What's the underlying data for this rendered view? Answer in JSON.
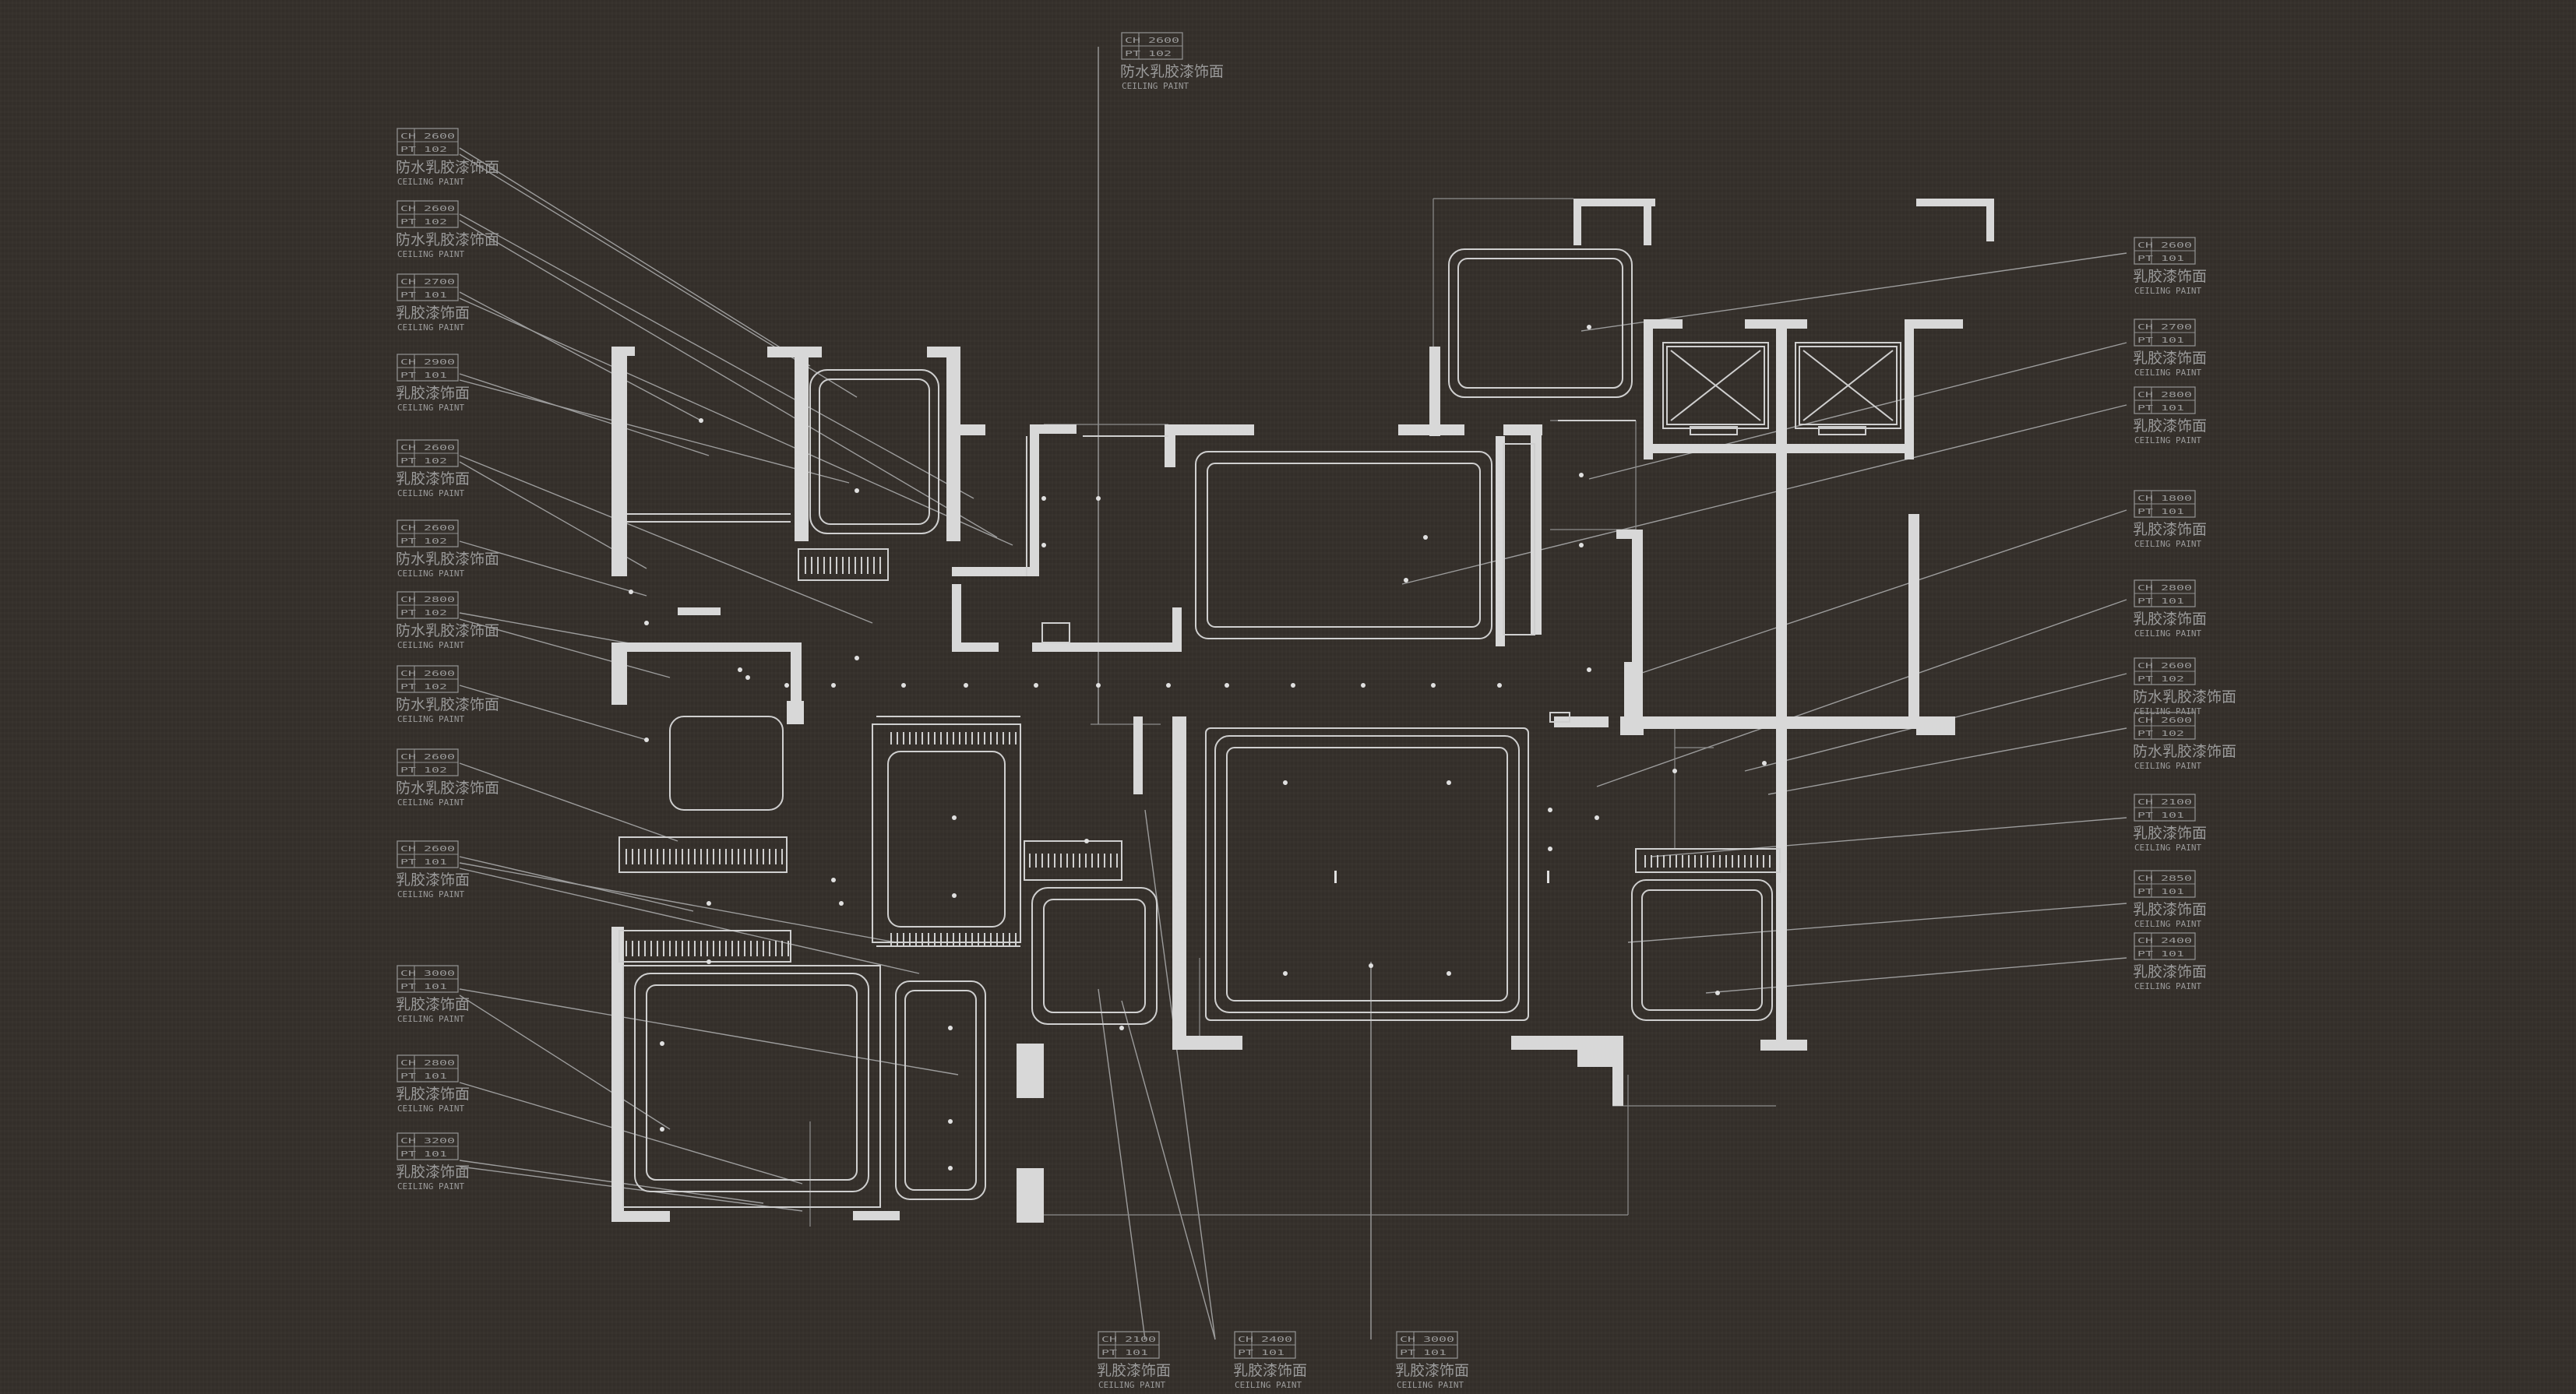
{
  "colors": {
    "background": "#35302b",
    "wall": "#d9d9d9",
    "line": "#bdbdbd",
    "text": "#9a9a9a"
  },
  "tags": [
    {
      "id": "top",
      "ch": "CH 2600",
      "pt": "PT 102",
      "name": "防水乳胶漆饰面",
      "sub": "CEILING PAINT"
    },
    {
      "id": "l1",
      "ch": "CH 2600",
      "pt": "PT 102",
      "name": "防水乳胶漆饰面",
      "sub": "CEILING PAINT"
    },
    {
      "id": "l2",
      "ch": "CH 2600",
      "pt": "PT 102",
      "name": "防水乳胶漆饰面",
      "sub": "CEILING PAINT"
    },
    {
      "id": "l3",
      "ch": "CH 2700",
      "pt": "PT 101",
      "name": "乳胶漆饰面",
      "sub": "CEILING PAINT"
    },
    {
      "id": "l4",
      "ch": "CH 2900",
      "pt": "PT 101",
      "name": "乳胶漆饰面",
      "sub": "CEILING PAINT"
    },
    {
      "id": "l5",
      "ch": "CH 2600",
      "pt": "PT 102",
      "name": "乳胶漆饰面",
      "sub": "CEILING PAINT"
    },
    {
      "id": "l6",
      "ch": "CH 2600",
      "pt": "PT 102",
      "name": "防水乳胶漆饰面",
      "sub": "CEILING PAINT"
    },
    {
      "id": "l7",
      "ch": "CH 2800",
      "pt": "PT 102",
      "name": "防水乳胶漆饰面",
      "sub": "CEILING PAINT"
    },
    {
      "id": "l8",
      "ch": "CH 2600",
      "pt": "PT 102",
      "name": "防水乳胶漆饰面",
      "sub": "CEILING PAINT"
    },
    {
      "id": "l9",
      "ch": "CH 2600",
      "pt": "PT 102",
      "name": "防水乳胶漆饰面",
      "sub": "CEILING PAINT"
    },
    {
      "id": "l10",
      "ch": "CH 2600",
      "pt": "PT 101",
      "name": "乳胶漆饰面",
      "sub": "CEILING PAINT"
    },
    {
      "id": "l11",
      "ch": "CH 3000",
      "pt": "PT 101",
      "name": "乳胶漆饰面",
      "sub": "CEILING PAINT"
    },
    {
      "id": "l12",
      "ch": "CH 2800",
      "pt": "PT 101",
      "name": "乳胶漆饰面",
      "sub": "CEILING PAINT"
    },
    {
      "id": "l13",
      "ch": "CH 3200",
      "pt": "PT 101",
      "name": "乳胶漆饰面",
      "sub": "CEILING PAINT"
    },
    {
      "id": "r1",
      "ch": "CH 2600",
      "pt": "PT 101",
      "name": "乳胶漆饰面",
      "sub": "CEILING PAINT"
    },
    {
      "id": "r2",
      "ch": "CH 2700",
      "pt": "PT 101",
      "name": "乳胶漆饰面",
      "sub": "CEILING PAINT"
    },
    {
      "id": "r3",
      "ch": "CH 2800",
      "pt": "PT 101",
      "name": "乳胶漆饰面",
      "sub": "CEILING PAINT"
    },
    {
      "id": "r4",
      "ch": "CH 1800",
      "pt": "PT 101",
      "name": "乳胶漆饰面",
      "sub": "CEILING PAINT"
    },
    {
      "id": "r5",
      "ch": "CH 2800",
      "pt": "PT 101",
      "name": "乳胶漆饰面",
      "sub": "CEILING PAINT"
    },
    {
      "id": "r6",
      "ch": "CH 2600",
      "pt": "PT 102",
      "name": "防水乳胶漆饰面",
      "sub": "CEILING PAINT"
    },
    {
      "id": "r7",
      "ch": "CH 2600",
      "pt": "PT 102",
      "name": "防水乳胶漆饰面",
      "sub": "CEILING PAINT"
    },
    {
      "id": "r8",
      "ch": "CH 2100",
      "pt": "PT 101",
      "name": "乳胶漆饰面",
      "sub": "CEILING PAINT"
    },
    {
      "id": "r9",
      "ch": "CH 2850",
      "pt": "PT 101",
      "name": "乳胶漆饰面",
      "sub": "CEILING PAINT"
    },
    {
      "id": "r10",
      "ch": "CH 2400",
      "pt": "PT 101",
      "name": "乳胶漆饰面",
      "sub": "CEILING PAINT"
    },
    {
      "id": "b1",
      "ch": "CH 2100",
      "pt": "PT 101",
      "name": "乳胶漆饰面",
      "sub": "CEILING PAINT"
    },
    {
      "id": "b2",
      "ch": "CH 2400",
      "pt": "PT 101",
      "name": "乳胶漆饰面",
      "sub": "CEILING PAINT"
    },
    {
      "id": "b3",
      "ch": "CH 3000",
      "pt": "PT 101",
      "name": "乳胶漆饰面",
      "sub": "CEILING PAINT"
    }
  ]
}
